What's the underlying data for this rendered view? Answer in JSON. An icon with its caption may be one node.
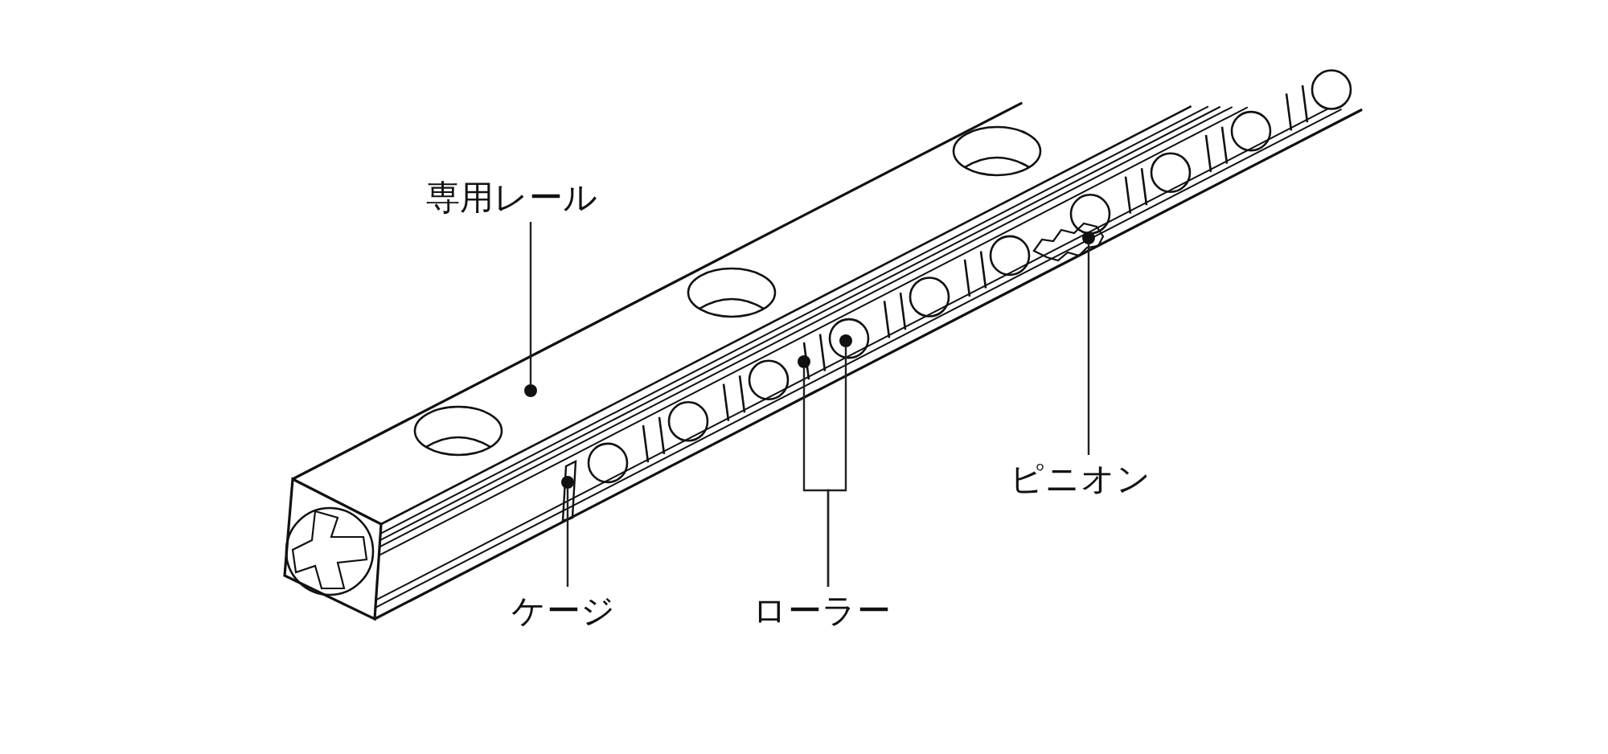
{
  "diagram": {
    "nodes": [
      {
        "text": [
          "専用レール"
        ]
      },
      {
        "text": [],
        "shape": "circle"
      },
      {
        "text": [
          "ケージ"
        ]
      },
      {
        "text": [],
        "shape": "circle"
      },
      {
        "text": [
          "ローラー"
        ]
      },
      {
        "text": [],
        "shape": "circle"
      },
      {
        "text": [],
        "shape": "circle"
      },
      {
        "text": [
          "ピニオン"
        ]
      },
      {
        "text": [],
        "shape": "circle"
      }
    ],
    "edges": [
      {
        "from": 0,
        "to": 1,
        "arrow": "none"
      },
      {
        "from": 2,
        "to": 3,
        "arrow": "none"
      },
      {
        "from": 4,
        "to": 5,
        "arrow": "none"
      },
      {
        "from": 4,
        "to": 6,
        "arrow": "none"
      },
      {
        "from": 7,
        "to": 8,
        "arrow": "none"
      }
    ]
  }
}
